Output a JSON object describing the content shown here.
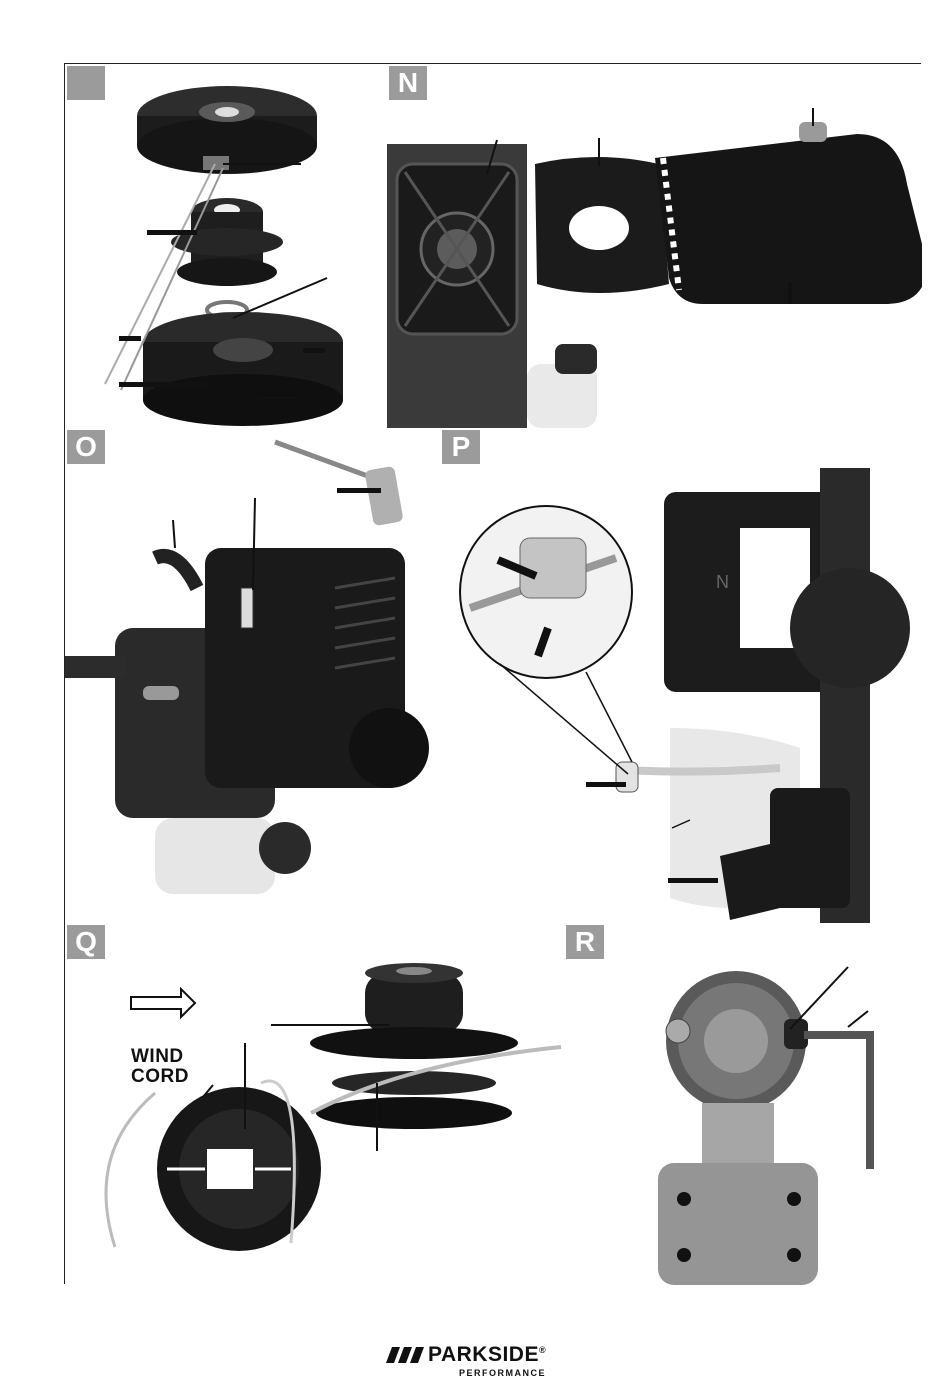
{
  "panels": {
    "m": {
      "label": ""
    },
    "n": {
      "label": "N"
    },
    "o": {
      "label": "O"
    },
    "p": {
      "label": "P"
    },
    "q": {
      "label": "Q",
      "wind_line1": "WIND",
      "wind_line2": "CORD"
    },
    "r": {
      "label": "R"
    }
  },
  "footer": {
    "brand": "PARKSIDE",
    "registered": "®",
    "sub": "PERFORMANCE"
  }
}
